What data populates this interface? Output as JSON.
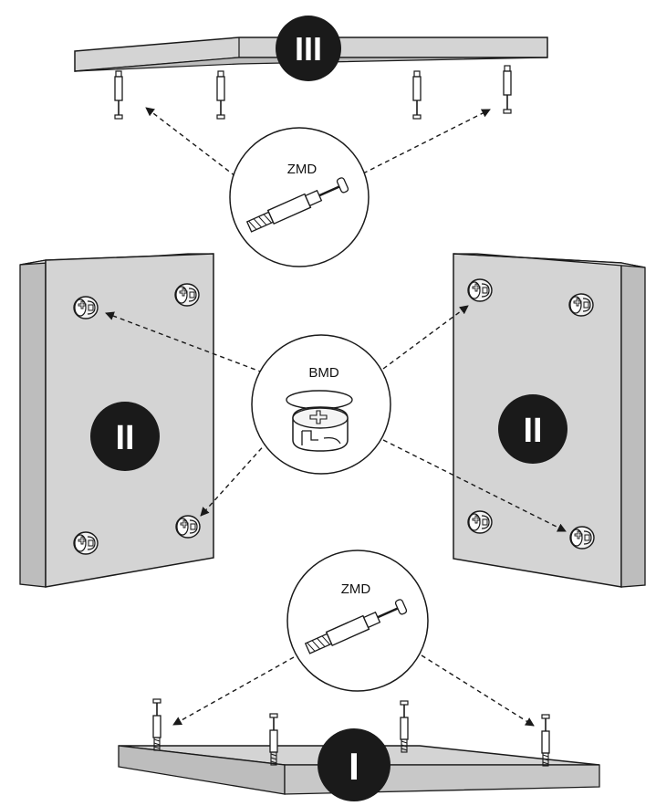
{
  "labels": {
    "top_callout": "ZMD",
    "middle_callout": "BMD",
    "bottom_callout": "ZMD"
  },
  "panels": {
    "top": "III",
    "left": "II",
    "right": "II",
    "bottom": "I"
  },
  "colors": {
    "panel_fill": "#d4d4d4",
    "panel_side": "#bdbdbd",
    "outline": "#1a1a1a",
    "badge": "#1a1a1a"
  }
}
